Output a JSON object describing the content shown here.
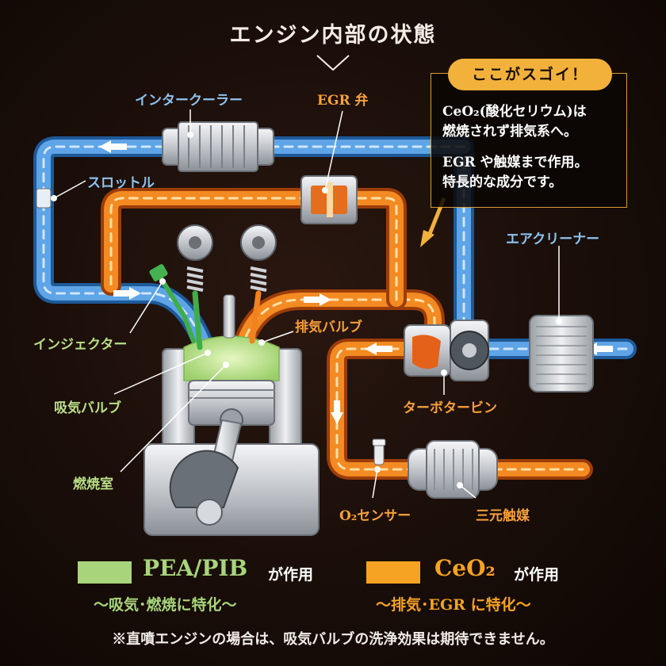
{
  "title": "エンジン内部の状態",
  "labels": {
    "intercooler": "インタークーラー",
    "egr_valve": "EGR 弁",
    "throttle": "スロットル",
    "air_cleaner": "エアクリーナー",
    "injector": "インジェクター",
    "exhaust_valve": "排気バルブ",
    "intake_valve": "吸気バルブ",
    "turbo": "ターボタービン",
    "combustion_chamber": "燃焼室",
    "o2_sensor": "O₂センサー",
    "catalyst": "三元触媒"
  },
  "callout": {
    "badge": "ここがスゴイ！",
    "line1": "CeO₂(酸化セリウム)は",
    "line2": "燃焼されず排気系へ。",
    "line3": "EGR や触媒まで作用。",
    "line4": "特長的な成分です。"
  },
  "legend": {
    "pea_name": "PEA/PIB",
    "pea_suffix": "が作用",
    "pea_sub": "～吸気･燃焼に特化～",
    "ceo_name": "CeO₂",
    "ceo_suffix": "が作用",
    "ceo_sub": "～排気･EGR に特化～",
    "pea_color": "#a8d57c",
    "ceo_color": "#f6a323"
  },
  "footnote": "※直噴エンジンの場合は、吸気バルブの洗浄効果は期待できません。",
  "colors": {
    "intake_pipe": "#4d93d8",
    "exhaust_pipe": "#f2811f",
    "combustion_glow": "#c7e79a",
    "metal": "#c9ccd1"
  }
}
